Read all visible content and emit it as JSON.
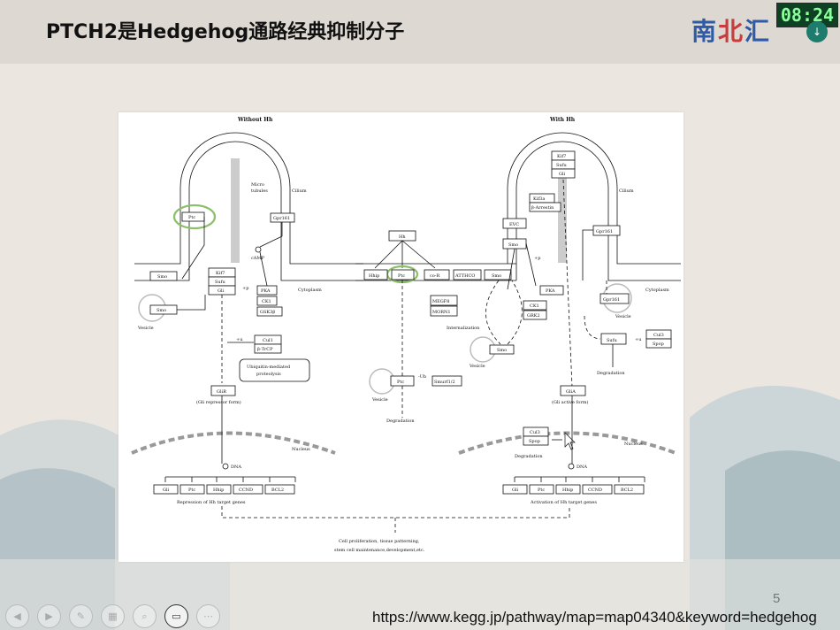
{
  "slide": {
    "title": "PTCH2是Hedgehog通路经典抑制分子",
    "page_number": "5",
    "source_url": "https://www.kegg.jp/pathway/map=map04340&keyword=hedgehog",
    "logo": [
      "南",
      "北",
      "汇"
    ],
    "clock": "08:24"
  },
  "diagram": {
    "left_title": "Without Hh",
    "right_title": "With Hh",
    "labels": {
      "micro": "Micro",
      "tubules": "tubules",
      "cilium": "Cilium",
      "cytoplasm": "Cytoplasm",
      "camp": "cAMP",
      "vesicle": "Vesicle",
      "ubi1": "Ubiquitin-mediated",
      "ubi2": "proteolysis",
      "gli_repressor": "(Gli repressor form)",
      "gli_active": "(Gli active form)",
      "nucleus": "Nucleus",
      "dna": "DNA",
      "repression": "Repression of Hh target genes",
      "activation": "Activation of Hh target genes",
      "internalization": "Internalization",
      "degradation": "Degradation",
      "outcome1": "Cell proliferation, tissue patterning,",
      "outcome2": "stem cell maintenance,development,etc.",
      "p_sign": "+p",
      "u_sign": "+u",
      "ub_sign": "-Ub"
    },
    "genes": {
      "ptc": "Ptc",
      "smo": "Smo",
      "kif7": "Kif7",
      "sufu": "Sufu",
      "gli": "Gli",
      "gpr161": "Gpr161",
      "pka": "PKA",
      "ck1": "CK1",
      "gsk3b": "GSK3β",
      "cul1": "Cul1",
      "btrcp": "β-TrCP",
      "glir": "GliR",
      "glia": "GliA",
      "hh": "Hh",
      "hhip": "Hhip",
      "cor": "co-R",
      "atthco": "ATTHCO",
      "megf8": "MEGF8",
      "morn1": "MORN1",
      "smurf": "Smurf1/2",
      "evc": "EVC",
      "kif3a": "Kif3a",
      "barr": "β-Arrestin",
      "grk2": "GRK2",
      "cul3": "Cul3",
      "spop": "Spop",
      "ccnd": "CCND",
      "bcl2": "BCL2"
    }
  },
  "controls": [
    "prev",
    "next",
    "pen",
    "slides",
    "zoom",
    "video",
    "more"
  ],
  "control_glyphs": [
    "◀",
    "▶",
    "✎",
    "▦",
    "⌕",
    "▭",
    "⋯"
  ]
}
